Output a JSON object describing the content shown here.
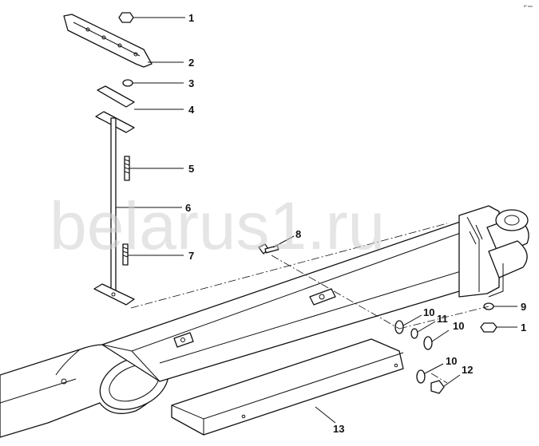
{
  "watermark": "belarus1.ru",
  "corner_mark": "tP sss",
  "callouts": [
    "1",
    "2",
    "3",
    "4",
    "5",
    "6",
    "7",
    "8",
    "9",
    "1",
    "10",
    "11",
    "10",
    "10",
    "12",
    "13"
  ],
  "part_names": [
    "hex-nut",
    "clamp-plate",
    "washer",
    "bracket-plate",
    "bolt",
    "tie-rod",
    "bolt",
    "bolt",
    "washer",
    "hex-nut",
    "washer",
    "spring-washer",
    "washer",
    "washer",
    "hex-nut",
    "guard-channel"
  ]
}
